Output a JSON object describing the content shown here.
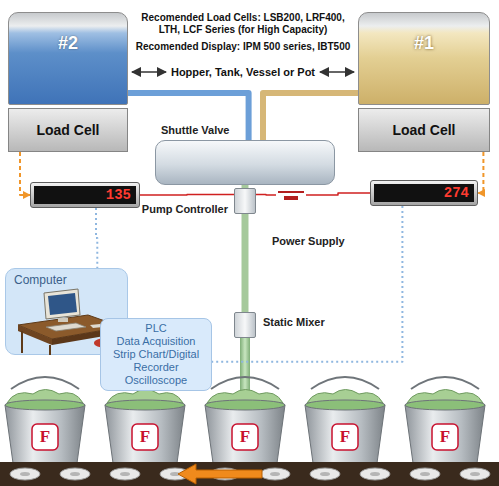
{
  "diagram": {
    "nodes": [
      {
        "text": [
          "#2"
        ]
      },
      {
        "text": [
          "#1"
        ]
      },
      {
        "text": [
          "Load Cell"
        ]
      },
      {
        "text": [
          "Load Cell"
        ]
      },
      {
        "text": [
          "Shuttle Valve"
        ]
      },
      {
        "text": [
          "135"
        ]
      },
      {
        "text": [
          "274"
        ]
      },
      {
        "text": [
          "Pump Controller"
        ]
      },
      {
        "text": [
          "Power Supply"
        ]
      },
      {
        "text": [
          "Computer"
        ]
      },
      {
        "text": [
          "PLC",
          "Data Acquisition Strip Chart/Digital Recorder Oscilloscope"
        ]
      },
      {
        "text": [
          "Static Mixer"
        ]
      }
    ],
    "edges": [
      {
        "from": 0,
        "to": 4,
        "arrow": "none"
      },
      {
        "from": 1,
        "to": 4,
        "arrow": "none"
      },
      {
        "from": 2,
        "to": 5,
        "arrow": "to"
      },
      {
        "from": 3,
        "to": 6,
        "arrow": "to"
      },
      {
        "from": 4,
        "to": 7,
        "arrow": "none"
      },
      {
        "from": 7,
        "to": 11,
        "arrow": "none"
      },
      {
        "from": 5,
        "to": 7,
        "arrow": "none"
      },
      {
        "from": 7,
        "to": 8,
        "arrow": "none"
      },
      {
        "from": 8,
        "to": 6,
        "arrow": "none"
      },
      {
        "from": 5,
        "to": 9,
        "arrow": "none"
      },
      {
        "from": 6,
        "to": 10,
        "arrow": "none"
      }
    ],
    "labels": [
      "Recomended Load Cells: LSB200, LRF400, LTH, LCF Series (for High Capacity)",
      "Recomended Display: IPM 500 series, IBT500",
      "Hopper, Tank, Vessel or Pot",
      "F",
      "F",
      "F",
      "F",
      "F"
    ]
  }
}
